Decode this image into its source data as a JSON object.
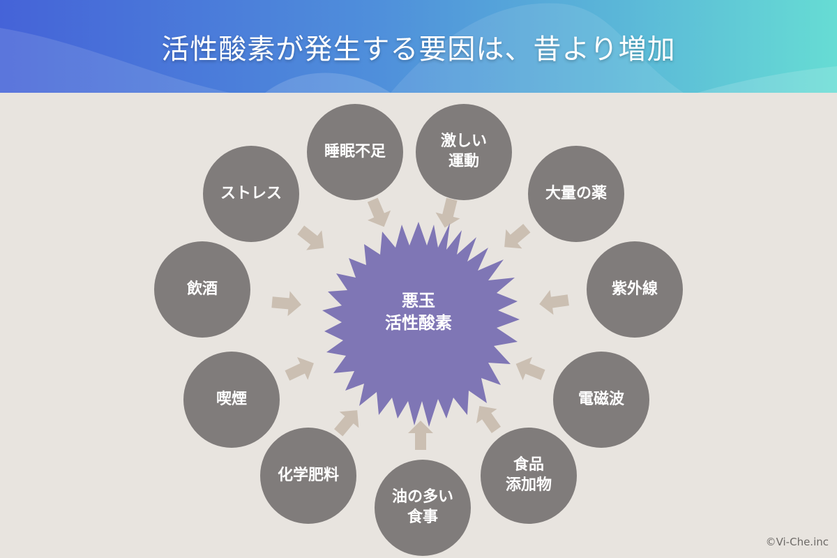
{
  "header": {
    "title": "活性酸素が発生する要因は、昔より増加",
    "gradient_colors": [
      "#4563d8",
      "#4f8fdb",
      "#5bb8d8",
      "#66dcd4"
    ]
  },
  "center": {
    "label": "悪玉\n活性酸素",
    "color": "#7f76b5"
  },
  "colors": {
    "background": "#e8e4df",
    "node": "#807c7b",
    "arrow": "#cbbfb2"
  },
  "factors": [
    {
      "label": "睡眠不足"
    },
    {
      "label": "激しい\n運動"
    },
    {
      "label": "大量の薬"
    },
    {
      "label": "紫外線"
    },
    {
      "label": "電磁波"
    },
    {
      "label": "食品\n添加物"
    },
    {
      "label": "油の多い\n食事"
    },
    {
      "label": "化学肥料"
    },
    {
      "label": "喫煙"
    },
    {
      "label": "飲酒"
    },
    {
      "label": "ストレス"
    }
  ],
  "footer": {
    "copyright": "©Vi-Che.inc"
  }
}
